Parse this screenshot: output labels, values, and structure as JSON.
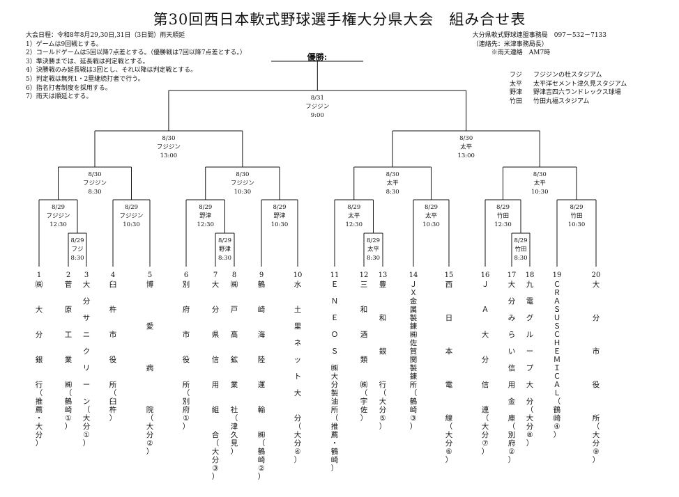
{
  "title": "第30回西日本軟式野球選手権大分県大会　組み合せ表",
  "rules": [
    "大会日程：令和8年8月29,30日,31日（3日間）雨天順延",
    "1）ゲームは9回戦とする。",
    "2）コールドゲームは5回以降7点差とする。（優勝戦は7回以降7点差とする。）",
    "3）準決勝までは、延長戦は判定戦とする。",
    "4）決勝戦のみ延長戦は3回とし、それ以降は判定戦とする。",
    "5）判定戦は無死1・2塁継続打者で行う。",
    "6）指名打者制度を採用する。",
    "7）雨天は順延とする。"
  ],
  "organizer": [
    "大分県軟式野球連盟事務局　097－532－7133",
    "（連絡先：米津事務局長）",
    "　　　※雨天連絡　AM7時"
  ],
  "venues": [
    {
      "abbr": "フジ",
      "name": "フジジンの杜スタジアム"
    },
    {
      "abbr": "太平",
      "name": "太平洋セメント津久見スタジアム"
    },
    {
      "abbr": "野津",
      "name": "野津吉四六ランドレックス球場"
    },
    {
      "abbr": "竹田",
      "name": "竹田丸福スタジアム"
    }
  ],
  "champion_label": "優勝:",
  "matches": [
    {
      "date": "8/31",
      "venue": "フジジン",
      "time": "9:00"
    },
    {
      "date": "8/30",
      "venue": "フジジン",
      "time": "13:00"
    },
    {
      "date": "8/30",
      "venue": "太平",
      "time": "13:00"
    },
    {
      "date": "8/30",
      "venue": "フジジン",
      "time": "8:30"
    },
    {
      "date": "8/30",
      "venue": "フジジン",
      "time": "10:30"
    },
    {
      "date": "8/30",
      "venue": "太平",
      "time": "8:30"
    },
    {
      "date": "8/30",
      "venue": "太平",
      "time": "10:30"
    },
    {
      "date": "8/29",
      "venue": "フジジン",
      "time": "12:30"
    },
    {
      "date": "8/29",
      "venue": "フジジン",
      "time": "10:30"
    },
    {
      "date": "8/29",
      "venue": "野津",
      "time": "12:30"
    },
    {
      "date": "8/29",
      "venue": "野津",
      "time": "10:30"
    },
    {
      "date": "8/29",
      "venue": "太平",
      "time": "12:30"
    },
    {
      "date": "8/29",
      "venue": "太平",
      "time": "10:30"
    },
    {
      "date": "8/29",
      "venue": "竹田",
      "time": "12:30"
    },
    {
      "date": "8/29",
      "venue": "竹田",
      "time": "10:30"
    },
    {
      "date": "8/29",
      "venue": "フジ",
      "time": "8:30"
    },
    {
      "date": "8/29",
      "venue": "野津",
      "time": "8:30"
    },
    {
      "date": "8/29",
      "venue": "太平",
      "time": "8:30"
    },
    {
      "date": "8/29",
      "venue": "竹田",
      "time": "8:30"
    }
  ],
  "teams": [
    {
      "no": "1",
      "name": "㈱\n\n\n大\n\n\n分\n\n\n銀\n\n\n行\n（\n推\n薦\n・\n大\n分\n）"
    },
    {
      "no": "2",
      "name": "菅\n\n\n原\n\n\n工\n\n\n業\n\n\n㈱\n（\n鶴\n崎\n①\n）"
    },
    {
      "no": "3",
      "name": "大\n\n分\n\nサ\n\nニ\n\nク\n\nリ\n\nー\n\nン\n（\n大\n分\n①\n）"
    },
    {
      "no": "4",
      "name": "臼\n\n\n杵\n\n\n市\n\n\n役\n\n\n所\n（\n臼\n杵\n）"
    },
    {
      "no": "5",
      "name": "博\n\n\n\n\n愛\n\n\n\n\n病\n\n\n\n\n院\n（\n大\n分\n②\n）"
    },
    {
      "no": "6",
      "name": "別\n\n\n府\n\n\n市\n\n\n役\n\n\n所\n（\n別\n府\n①\n）"
    },
    {
      "no": "7",
      "name": "大\n\n\n分\n\n\n県\n\n\n信\n\n\n用\n\n\n組\n\n\n合\n（\n大\n分\n③\n）"
    },
    {
      "no": "8",
      "name": "㈱\n\n\n戸\n\n\n高\n\n\n鉱\n\n\n業\n\n\n社\n（\n津\n久\n見\n）"
    },
    {
      "no": "9",
      "name": "鶴\n\n\n崎\n\n\n海\n\n\n陸\n\n\n運\n\n\n輸\n\n\n㈱\n（\n鶴\n崎\n②\n）"
    },
    {
      "no": "10",
      "name": "水\n\n\n土\n\n里\n\nネ\n\nッ\n\nト\n\n大\n\n\n分\n（\n大\n分\n④\n）"
    },
    {
      "no": "11",
      "name": "Ｅ\n\nＮ\n\nＥ\n\nＯ\n\nＳ\n\n㈱\n大\n分\n製\n油\n所\n（\n推\n薦\n・\n鶴\n崎\n）"
    },
    {
      "no": "12",
      "name": "三\n\n\n和\n\n\n酒\n\n\n類\n\n\n㈱\n（\n宇\n佐\n）"
    },
    {
      "no": "13",
      "name": "豊\n\n\n\n和\n\n\n\n銀\n\n\n\n行\n（\n大\n分\n⑤\n）"
    },
    {
      "no": "14",
      "name": "Ｊ\nＸ\n金\n属\n製\n錬\n㈱\n佐\n賀\n関\n製\n錬\n所\n（\n鶴\n崎\n③\n）"
    },
    {
      "no": "15",
      "name": "西\n\n\n\n日\n\n\n\n本\n\n\n\n電\n\n\n\n線\n（\n大\n分\n⑥\n）"
    },
    {
      "no": "16",
      "name": "Ｊ\n\n\nＡ\n\n\n大\n\n\n分\n\n\n信\n\n\n連\n（\n大\n分\n⑦\n）"
    },
    {
      "no": "17",
      "name": "大\n\n分\n\nみ\n\nら\n\nい\n\n信\n\n用\n\n金\n\n庫\n（\n別\n府\n②\n）"
    },
    {
      "no": "18",
      "name": "九\n\n電\n\nグ\n\nル\n\nー\n\nプ\n\n大\n\n分\n（\n大\n分\n⑧\n）"
    },
    {
      "no": "19",
      "name": "Ｃ\nＲ\nＡ\nＳ\nＵ\nＳ\nＣ\nＨ\nＥ\nＭ\nＩ\nＣ\nＡ\nＬ\n（\n鶴\n崎\n④\n）"
    },
    {
      "no": "20",
      "name": "大\n\n\n\n分\n\n\n\n市\n\n\n\n役\n\n\n\n所\n（\n大\n分\n⑨\n）"
    }
  ]
}
